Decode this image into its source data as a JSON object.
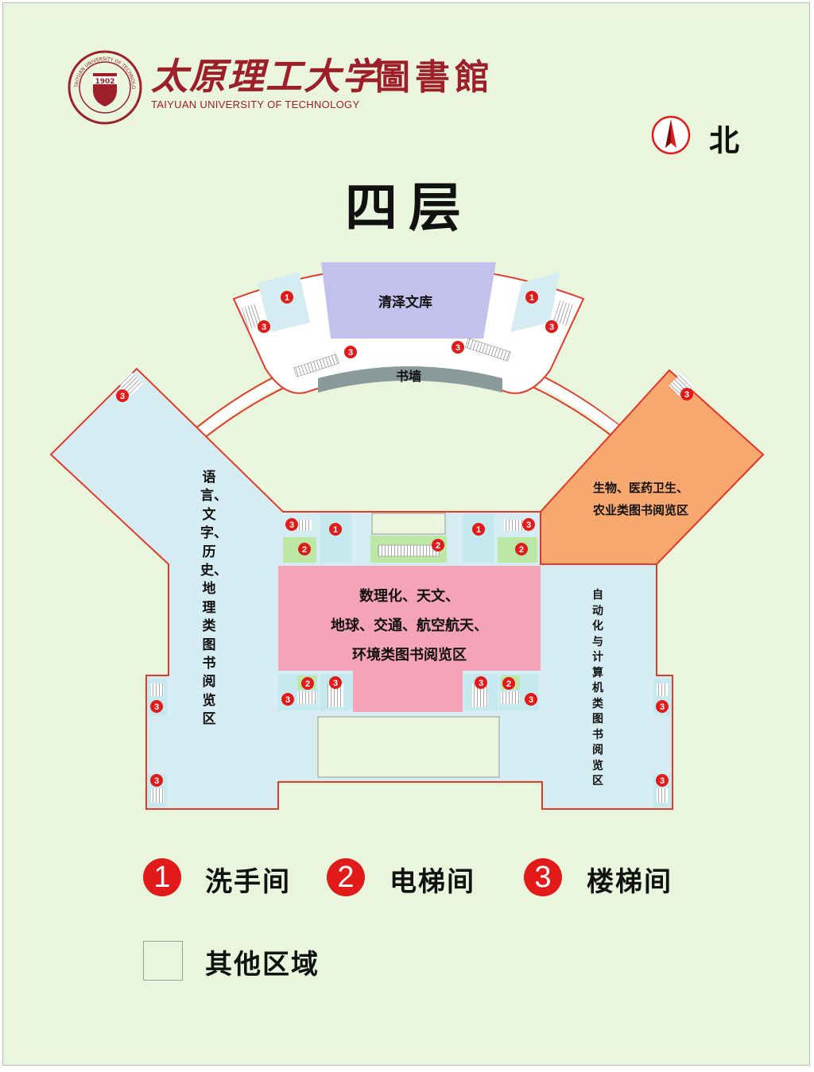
{
  "header": {
    "seal_text": "1902",
    "university_name": "太原理工大学",
    "university_name_en": "TAIYUAN UNIVERSITY OF TECHNOLOGY",
    "library_name": "圖書館",
    "seal_ring_text": "TAIYUAN UNIVERSITY OF TECHNOLOGY"
  },
  "compass": {
    "label": "北"
  },
  "floor_title": "四层",
  "areas": {
    "qingze": "清泽文库",
    "book_wall": "书墙",
    "west": "语言、文字、历史、地理类图书阅览区",
    "northeast_line1": "生物、医药卫生、",
    "northeast_line2": "农业类图书阅览区",
    "center_line1": "数理化、天文、",
    "center_line2": "地球、交通、航空航天、",
    "center_line3": "环境类图书阅览区",
    "east": "自动化与计算机类图书阅览区"
  },
  "markers": {
    "restroom": "1",
    "elevator": "2",
    "stairs": "3"
  },
  "legend": [
    {
      "number": "1",
      "label": "洗手间"
    },
    {
      "number": "2",
      "label": "电梯间"
    },
    {
      "number": "3",
      "label": "楼梯间"
    }
  ],
  "legend_other": "其他区域",
  "colors": {
    "background": "#e9f5dd",
    "reading_area": "#d5edf2",
    "qingze": "#c4c0ec",
    "center": "#f5a3b8",
    "northeast": "#f6a86e",
    "book_wall": "#8a9a9a",
    "elevator": "#bde7a4",
    "outline": "#e33a2a",
    "badge": "#e21a1a",
    "brand": "#9d1f2a"
  }
}
